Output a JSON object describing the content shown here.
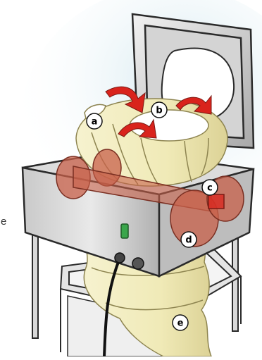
{
  "figure": {
    "edge_fragment_text": "e",
    "callouts": [
      {
        "id": "a",
        "label": "a"
      },
      {
        "id": "b",
        "label": "b"
      },
      {
        "id": "c",
        "label": "c"
      },
      {
        "id": "d",
        "label": "d"
      },
      {
        "id": "e",
        "label": "e"
      }
    ]
  },
  "colors": {
    "background_glow": "#cfe6ee",
    "steel_light": "#e6e6e6",
    "steel_mid": "#bdbdbd",
    "steel_dark": "#8c8c8c",
    "outline": "#2a2a2a",
    "foam": "#f3efc6",
    "foam_shadow": "#d9d19a",
    "roller_red": "#c8604a",
    "arrow_red": "#d9231c",
    "switch_green": "#3aa64b",
    "callout_fill": "#ffffff"
  },
  "icons": {
    "motion_arrows": "curved-arrow-icon",
    "switch": "power-switch-icon",
    "knob": "knob-icon"
  }
}
